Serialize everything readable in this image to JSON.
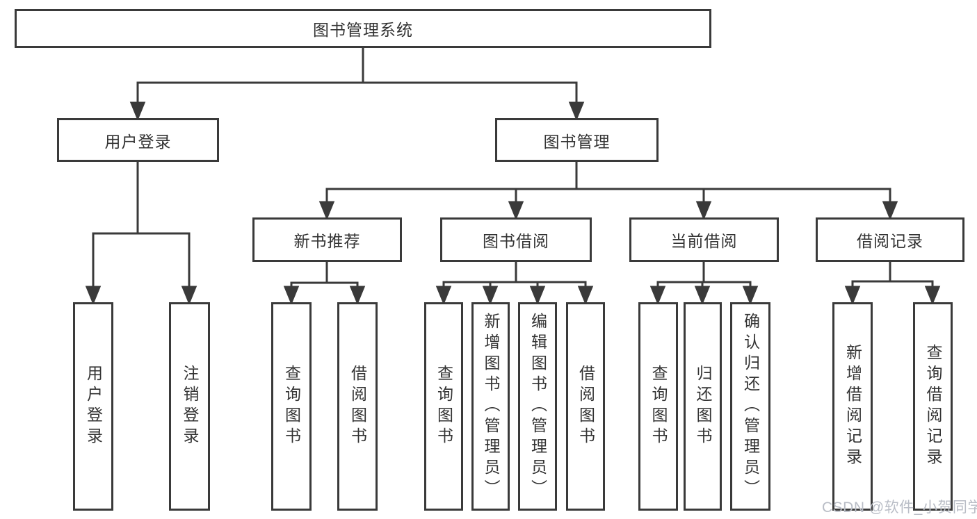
{
  "diagram": {
    "title": "图书管理系统",
    "colors": {
      "line": "#3a3a3a",
      "text": "#333333",
      "watermark": "#b9bdc6"
    }
  },
  "nodes": {
    "root": "图书管理系统",
    "user_login": "用户登录",
    "book_mgmt": "图书管理",
    "new_book_rec": "新书推荐",
    "book_borrow": "图书借阅",
    "current_borrow": "当前借阅",
    "borrow_records": "借阅记录",
    "leaf_user_login": "用户登录",
    "leaf_logout": "注销登录",
    "leaf_query_book_1": "查询图书",
    "leaf_borrow_book_1": "借阅图书",
    "leaf_query_book_2": "查询图书",
    "leaf_add_book": "新增图书（管理员）",
    "leaf_edit_book": "编辑图书（管理员）",
    "leaf_borrow_book_2": "借阅图书",
    "leaf_query_book_3": "查询图书",
    "leaf_return_book": "归还图书",
    "leaf_confirm_return": "确认归还（管理员）",
    "leaf_add_record": "新增借阅记录",
    "leaf_query_record": "查询借阅记录"
  },
  "watermark": "CSDN @软件_小贺同学"
}
